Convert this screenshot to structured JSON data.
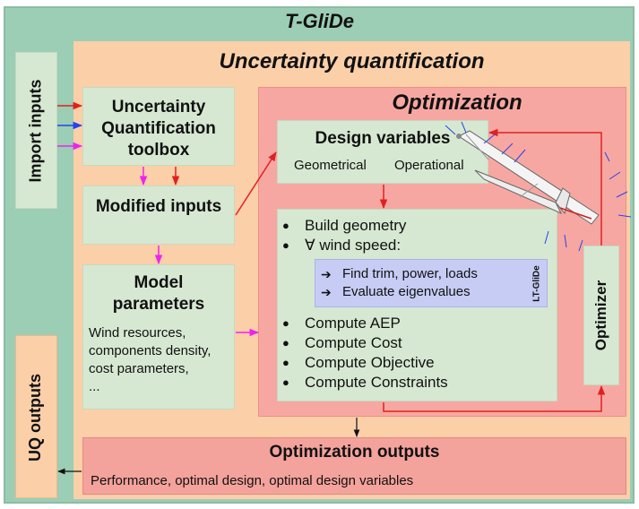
{
  "colors": {
    "outer": "#9ccdb5",
    "uncertainty": "#fbcfa8",
    "optimization": "#f7a7a1",
    "module_green": "#d6e8d2",
    "module_red": "#f4a29c",
    "module_blue": "#c6ccf4",
    "arrow_red": "#e02020",
    "arrow_magenta": "#ee22ee",
    "arrow_blue": "#2244ee",
    "arrow_black": "#111111"
  },
  "diagram": {
    "title": "T-GliDe",
    "uq_title": "Uncertainty quantification",
    "optimization_title": "Optimization",
    "import_inputs": "Import inputs",
    "uq_outputs": "UQ outputs",
    "uq_toolbox": "Uncertainty Quantification toolbox",
    "modified_inputs": "Modified inputs",
    "model_parameters": {
      "title": "Model parameters",
      "items": [
        "Wind resources,",
        "components density,",
        "cost parameters,",
        "..."
      ]
    },
    "design_variables": {
      "title": "Design variables",
      "geometrical": "Geometrical",
      "operational": "Operational"
    },
    "process": {
      "steps_top": [
        "Build geometry",
        "∀ wind speed:"
      ],
      "inner_steps": [
        "Find trim, power, loads",
        "Evaluate eigenvalues"
      ],
      "inner_label": "LT-GliDe",
      "steps_bottom": [
        "Compute AEP",
        "Compute Cost",
        "Compute Objective",
        "Compute Constraints"
      ]
    },
    "optimizer": "Optimizer",
    "optimization_outputs": {
      "title": "Optimization outputs",
      "subtitle": "Performance, optimal design, optimal design variables"
    },
    "glider_image": "glider-aircraft-illustration"
  }
}
